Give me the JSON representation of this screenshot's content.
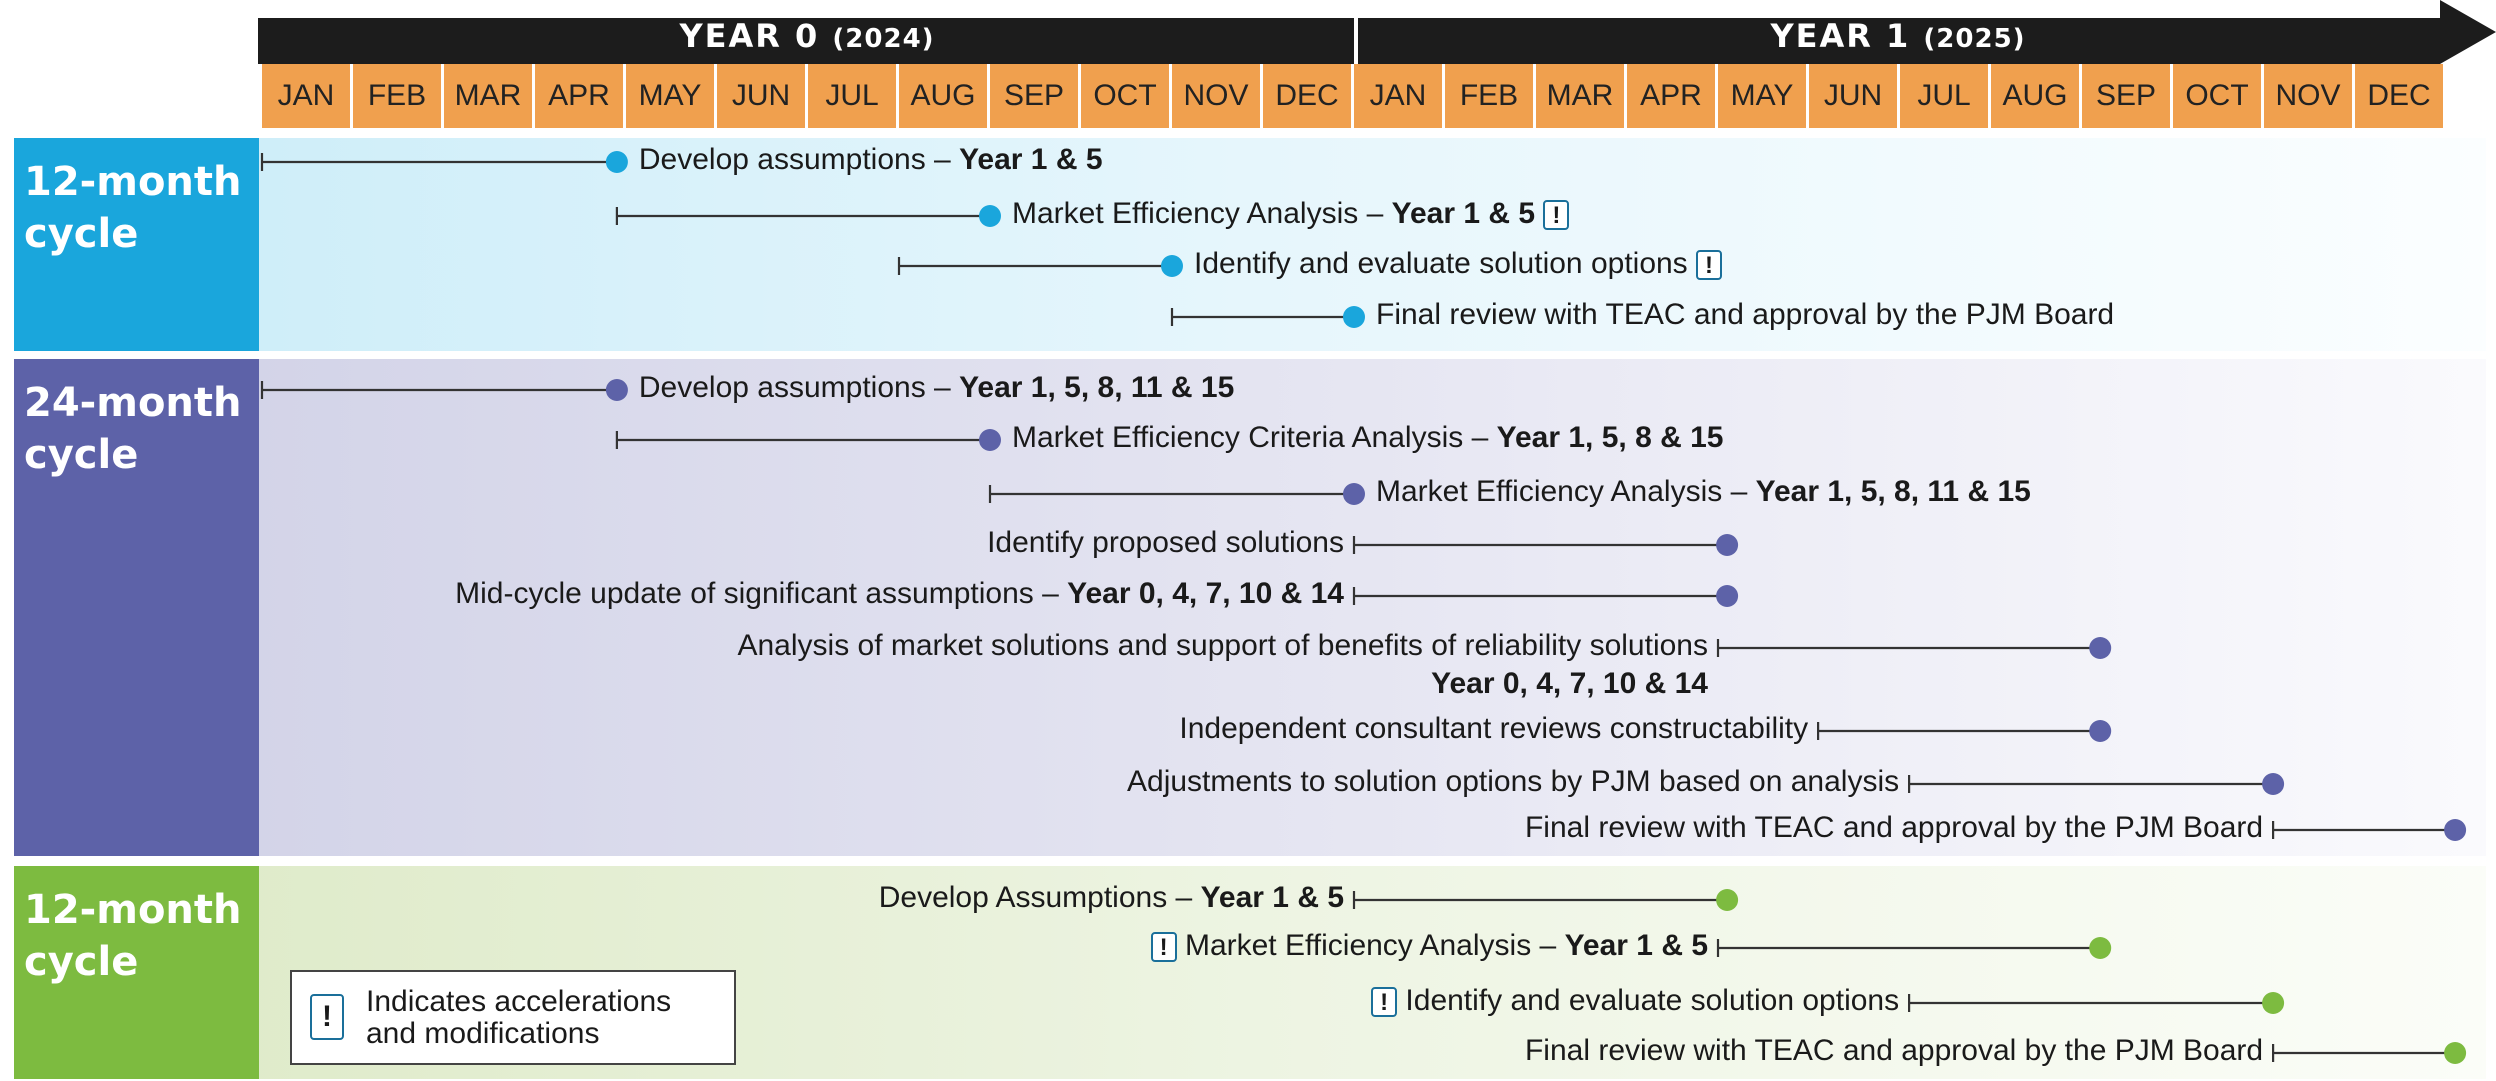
{
  "header": {
    "year0": {
      "label": "YEAR 0",
      "year": "(2024)"
    },
    "year1": {
      "label": "YEAR 1",
      "year": "(2025)"
    },
    "months": [
      "JAN",
      "FEB",
      "MAR",
      "APR",
      "MAY",
      "JUN",
      "JUL",
      "AUG",
      "SEP",
      "OCT",
      "NOV",
      "DEC",
      "JAN",
      "FEB",
      "MAR",
      "APR",
      "MAY",
      "JUN",
      "JUL",
      "AUG",
      "SEP",
      "OCT",
      "NOV",
      "DEC"
    ]
  },
  "colors": {
    "banner": "#1c1c1c",
    "month_cell": "#f0a04e",
    "cycle1": "#1aa6dc",
    "cycle2": "#5d62a8",
    "cycle3": "#7dbb40",
    "flag_border": "#1a6f9a"
  },
  "panels": [
    {
      "title_line1": "12-month",
      "title_line2": "cycle",
      "color": "#1aa6dc"
    },
    {
      "title_line1": "24-month",
      "title_line2": "cycle",
      "color": "#5d62a8"
    },
    {
      "title_line1": "12-month",
      "title_line2": "cycle",
      "color": "#7dbb40"
    }
  ],
  "tasks": [
    {
      "panel": 0,
      "start": 0.0,
      "end": 3.9,
      "text": "Develop assumptions – ",
      "bold": "Year 1 & 5",
      "flag": false,
      "side": "right"
    },
    {
      "panel": 0,
      "start": 3.9,
      "end": 8.0,
      "text": "Market Efficiency Analysis – ",
      "bold": "Year 1 & 5",
      "flag": true,
      "flag_pos": "after",
      "side": "right"
    },
    {
      "panel": 0,
      "start": 7.0,
      "end": 10.0,
      "text": "Identify and evaluate solution options",
      "bold": "",
      "flag": true,
      "flag_pos": "after",
      "side": "right"
    },
    {
      "panel": 0,
      "start": 10.0,
      "end": 12.0,
      "text": "Final review with TEAC and approval by the PJM Board",
      "bold": "",
      "flag": false,
      "side": "right"
    },
    {
      "panel": 1,
      "start": 0.0,
      "end": 3.9,
      "text": "Develop assumptions – ",
      "bold": "Year 1, 5, 8, 11 & 15",
      "flag": false,
      "side": "right"
    },
    {
      "panel": 1,
      "start": 3.9,
      "end": 8.0,
      "text": "Market Efficiency Criteria Analysis – ",
      "bold": "Year 1, 5, 8  & 15",
      "flag": false,
      "side": "right"
    },
    {
      "panel": 1,
      "start": 8.0,
      "end": 12.0,
      "text": "Market Efficiency Analysis – ",
      "bold": "Year 1, 5, 8, 11 & 15",
      "flag": false,
      "side": "right"
    },
    {
      "panel": 1,
      "start": 12.0,
      "end": 16.1,
      "text": "Identify proposed solutions",
      "bold": "",
      "flag": false,
      "side": "left"
    },
    {
      "panel": 1,
      "start": 12.0,
      "end": 16.1,
      "text": "Mid-cycle update of significant assumptions – ",
      "bold": "Year 0, 4, 7, 10 & 14",
      "flag": false,
      "side": "left"
    },
    {
      "panel": 1,
      "start": 16.0,
      "end": 20.2,
      "text": "Analysis of market solutions and support of benefits of reliability solutions",
      "bold": "",
      "flag": false,
      "side": "left",
      "subtext": "Year 0, 4, 7, 10 & 14"
    },
    {
      "panel": 1,
      "start": 17.1,
      "end": 20.2,
      "text": "Independent consultant reviews constructability",
      "bold": "",
      "flag": false,
      "side": "left"
    },
    {
      "panel": 1,
      "start": 18.1,
      "end": 22.1,
      "text": "Adjustments to solution options by PJM based on analysis",
      "bold": "",
      "flag": false,
      "side": "left"
    },
    {
      "panel": 1,
      "start": 22.1,
      "end": 24.1,
      "text": "Final review with TEAC and approval by the PJM Board",
      "bold": "",
      "flag": false,
      "side": "left"
    },
    {
      "panel": 2,
      "start": 12.0,
      "end": 16.1,
      "text": "Develop Assumptions – ",
      "bold": "Year 1 & 5",
      "flag": false,
      "side": "left"
    },
    {
      "panel": 2,
      "start": 16.0,
      "end": 20.2,
      "text": "Market Efficiency Analysis – ",
      "bold": "Year 1 & 5",
      "flag": true,
      "flag_pos": "before",
      "side": "left"
    },
    {
      "panel": 2,
      "start": 18.1,
      "end": 22.1,
      "text": "Identify and evaluate solution options",
      "bold": "",
      "flag": true,
      "flag_pos": "before",
      "side": "left"
    },
    {
      "panel": 2,
      "start": 22.1,
      "end": 24.1,
      "text": "Final review with TEAC and approval by the PJM Board",
      "bold": "",
      "flag": false,
      "side": "left"
    }
  ],
  "legend": {
    "icon": "exclamation-flag-icon",
    "flag_glyph": "!",
    "line1": "Indicates accelerations",
    "line2": "and modifications"
  }
}
